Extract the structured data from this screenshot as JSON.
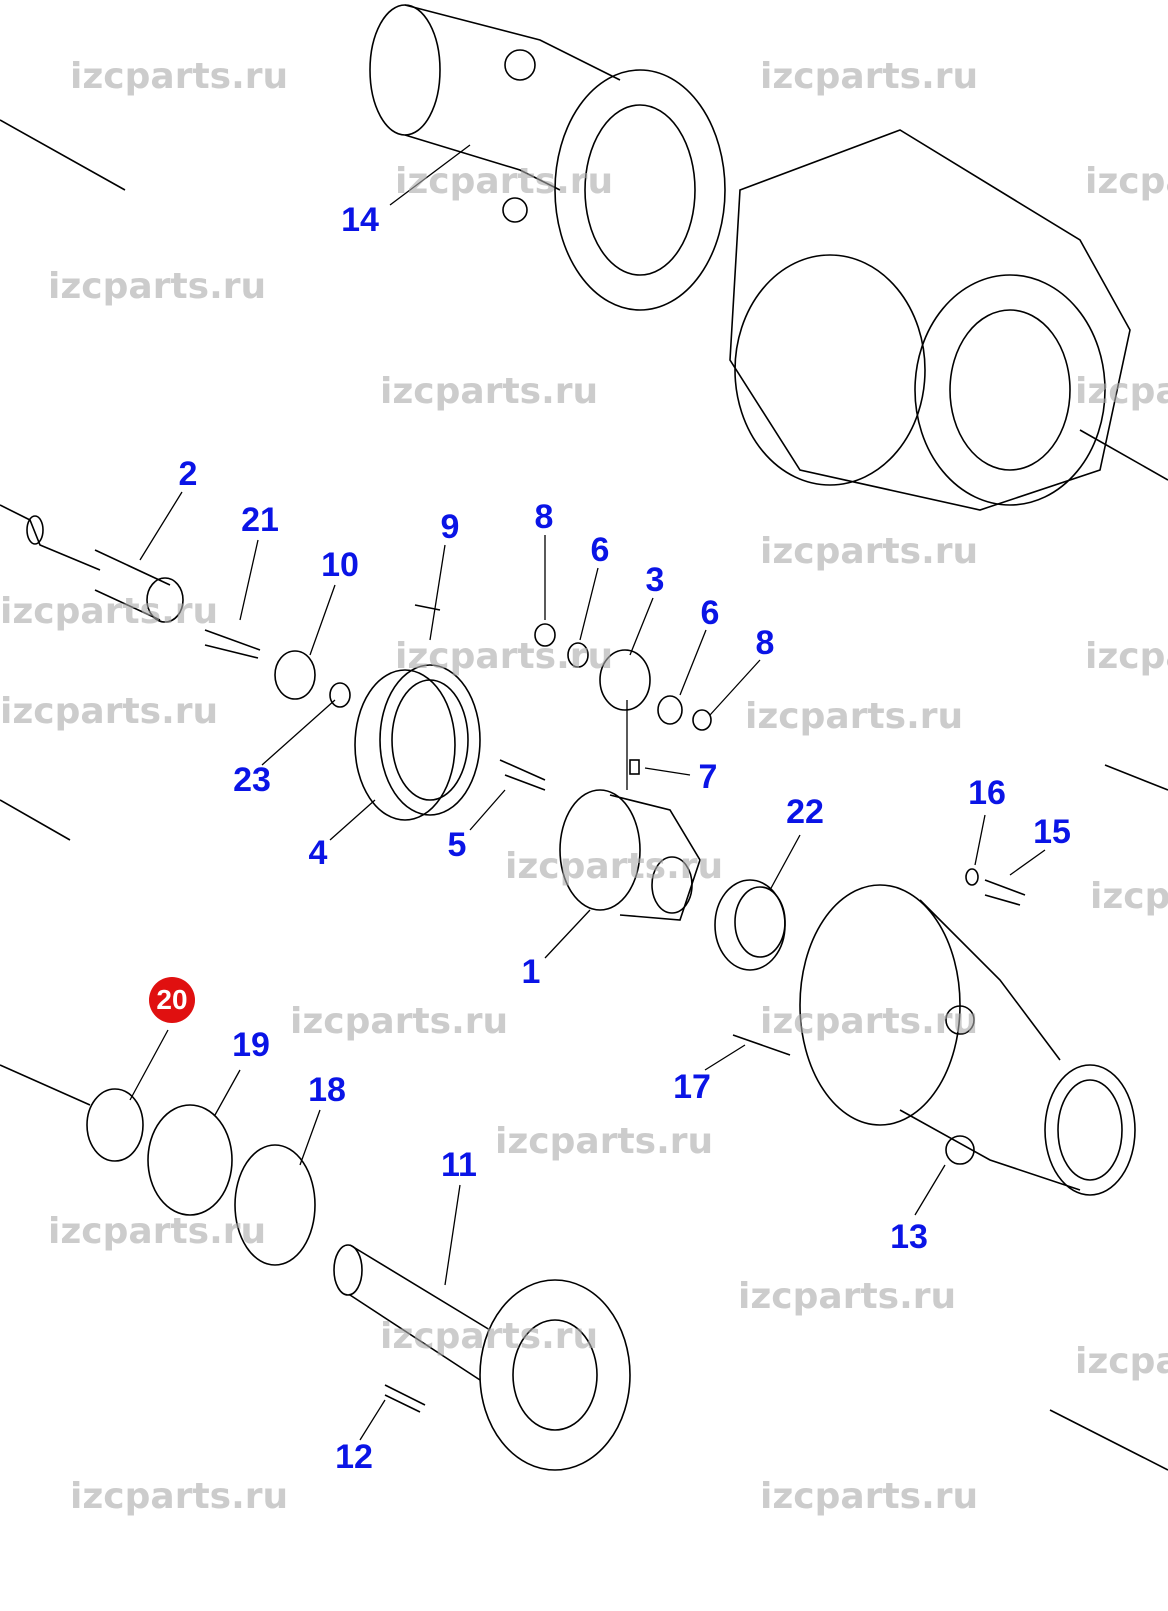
{
  "watermark": "izcparts.ru",
  "accent_color": "#0a14e6",
  "highlight_color": "#e01010",
  "callouts": {
    "p14": "14",
    "p2": "2",
    "p21": "21",
    "p10": "10",
    "p9": "9",
    "p8a": "8",
    "p6a": "6",
    "p3": "3",
    "p6b": "6",
    "p8b": "8",
    "p7": "7",
    "p23": "23",
    "p4": "4",
    "p5": "5",
    "p1": "1",
    "p22": "22",
    "p16": "16",
    "p15": "15",
    "p20": "20",
    "p19": "19",
    "p18": "18",
    "p11": "11",
    "p17": "17",
    "p13": "13",
    "p12": "12"
  }
}
